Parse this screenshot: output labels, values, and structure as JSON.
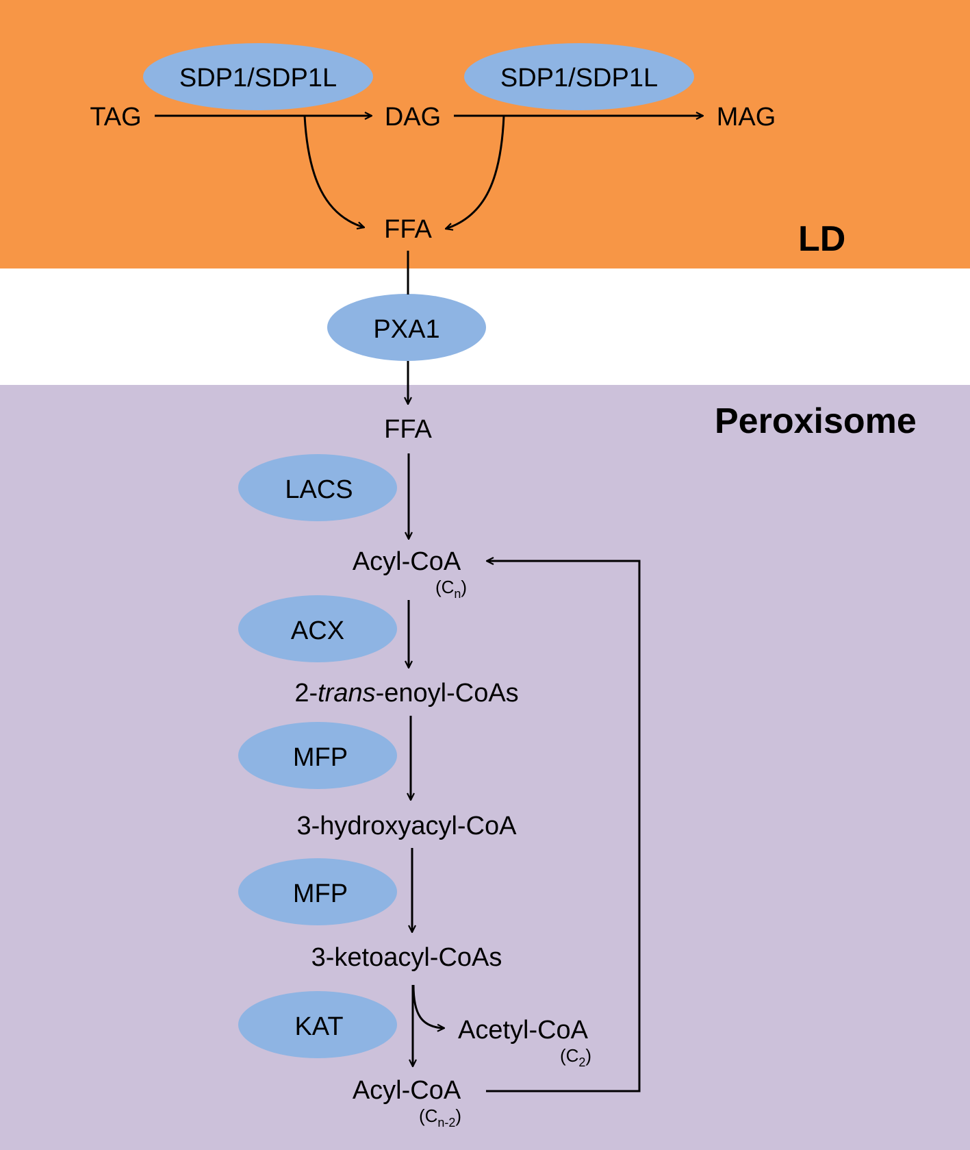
{
  "colors": {
    "lipid_droplet_bg": "#f79646",
    "peroxisome_bg": "#ccc1da",
    "enzyme_fill": "#8eb4e3",
    "text": "#000000"
  },
  "regions": {
    "lipid_droplet": "LD",
    "peroxisome": "Peroxisome"
  },
  "enzymes": {
    "sdp1_a": "SDP1/SDP1L",
    "sdp1_b": "SDP1/SDP1L",
    "pxa1": "PXA1",
    "lacs": "LACS",
    "acx": "ACX",
    "mfp_1": "MFP",
    "mfp_2": "MFP",
    "kat": "KAT"
  },
  "metabolites": {
    "tag": "TAG",
    "dag": "DAG",
    "mag": "MAG",
    "ffa_ld": "FFA",
    "ffa_perox": "FFA",
    "acyl_coa": {
      "name": "Acyl-CoA",
      "sub_open": "(C",
      "sub_idx": "n",
      "sub_close": ")"
    },
    "enoyl_prefix": "2-",
    "enoyl_italic": "trans",
    "enoyl_suffix": "-enoyl-CoAs",
    "hydroxyacyl": "3-hydroxyacyl-CoA",
    "ketoacyl": "3-ketoacyl-CoAs",
    "acetyl_coa": {
      "name": "Acetyl-CoA",
      "sub_open": "(C",
      "sub_idx": "2",
      "sub_close": ")"
    },
    "acyl_coa_short": {
      "name": "Acyl-CoA",
      "sub_open": "(C",
      "sub_idx": "n-2",
      "sub_close": ")"
    }
  }
}
